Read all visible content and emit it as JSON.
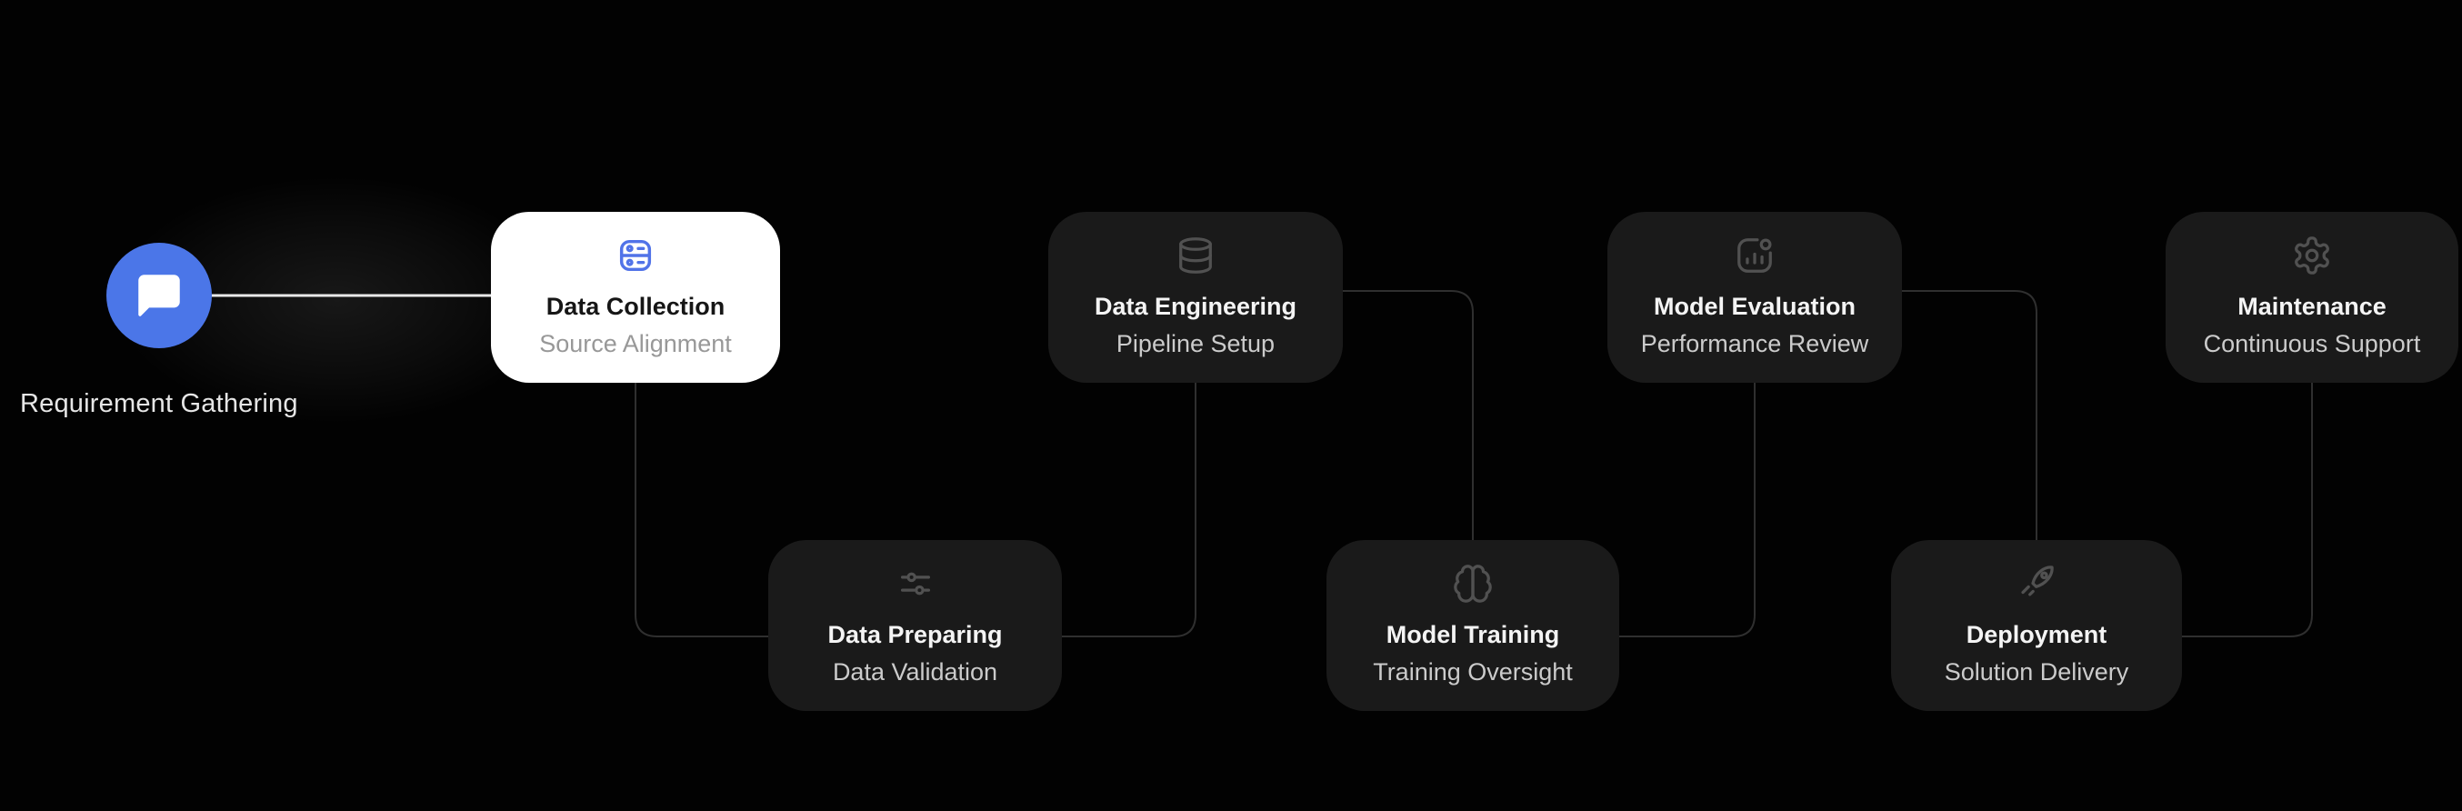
{
  "colors": {
    "background": "#020202",
    "accent_blue": "#4b76e8",
    "card_dark": "#1a1a1a",
    "card_light": "#ffffff",
    "connector": "#2f2f2f",
    "start_connector": "#e9e9e9"
  },
  "start_node": {
    "label": "Requirement Gathering",
    "icon": "message-square-icon"
  },
  "stages": [
    {
      "title": "Data Collection",
      "subtitle": "Source Alignment",
      "icon": "server-icon",
      "state": "active",
      "row": "top"
    },
    {
      "title": "Data Preparing",
      "subtitle": "Data Validation",
      "icon": "sliders-icon",
      "state": "default",
      "row": "bottom"
    },
    {
      "title": "Data Engineering",
      "subtitle": "Pipeline Setup",
      "icon": "database-icon",
      "state": "default",
      "row": "top"
    },
    {
      "title": "Model Training",
      "subtitle": "Training Oversight",
      "icon": "brain-icon",
      "state": "default",
      "row": "bottom"
    },
    {
      "title": "Model Evaluation",
      "subtitle": "Performance Review",
      "icon": "chart-dot-icon",
      "state": "default",
      "row": "top"
    },
    {
      "title": "Deployment",
      "subtitle": "Solution Delivery",
      "icon": "rocket-icon",
      "state": "default",
      "row": "bottom"
    },
    {
      "title": "Maintenance",
      "subtitle": "Continuous Support",
      "icon": "gear-icon",
      "state": "default",
      "row": "top"
    }
  ],
  "connections": [
    {
      "from": "Requirement Gathering",
      "to": "Data Collection"
    },
    {
      "from": "Data Collection",
      "to": "Data Preparing"
    },
    {
      "from": "Data Preparing",
      "to": "Data Engineering"
    },
    {
      "from": "Data Engineering",
      "to": "Model Training"
    },
    {
      "from": "Model Training",
      "to": "Model Evaluation"
    },
    {
      "from": "Model Evaluation",
      "to": "Deployment"
    },
    {
      "from": "Deployment",
      "to": "Maintenance"
    }
  ]
}
